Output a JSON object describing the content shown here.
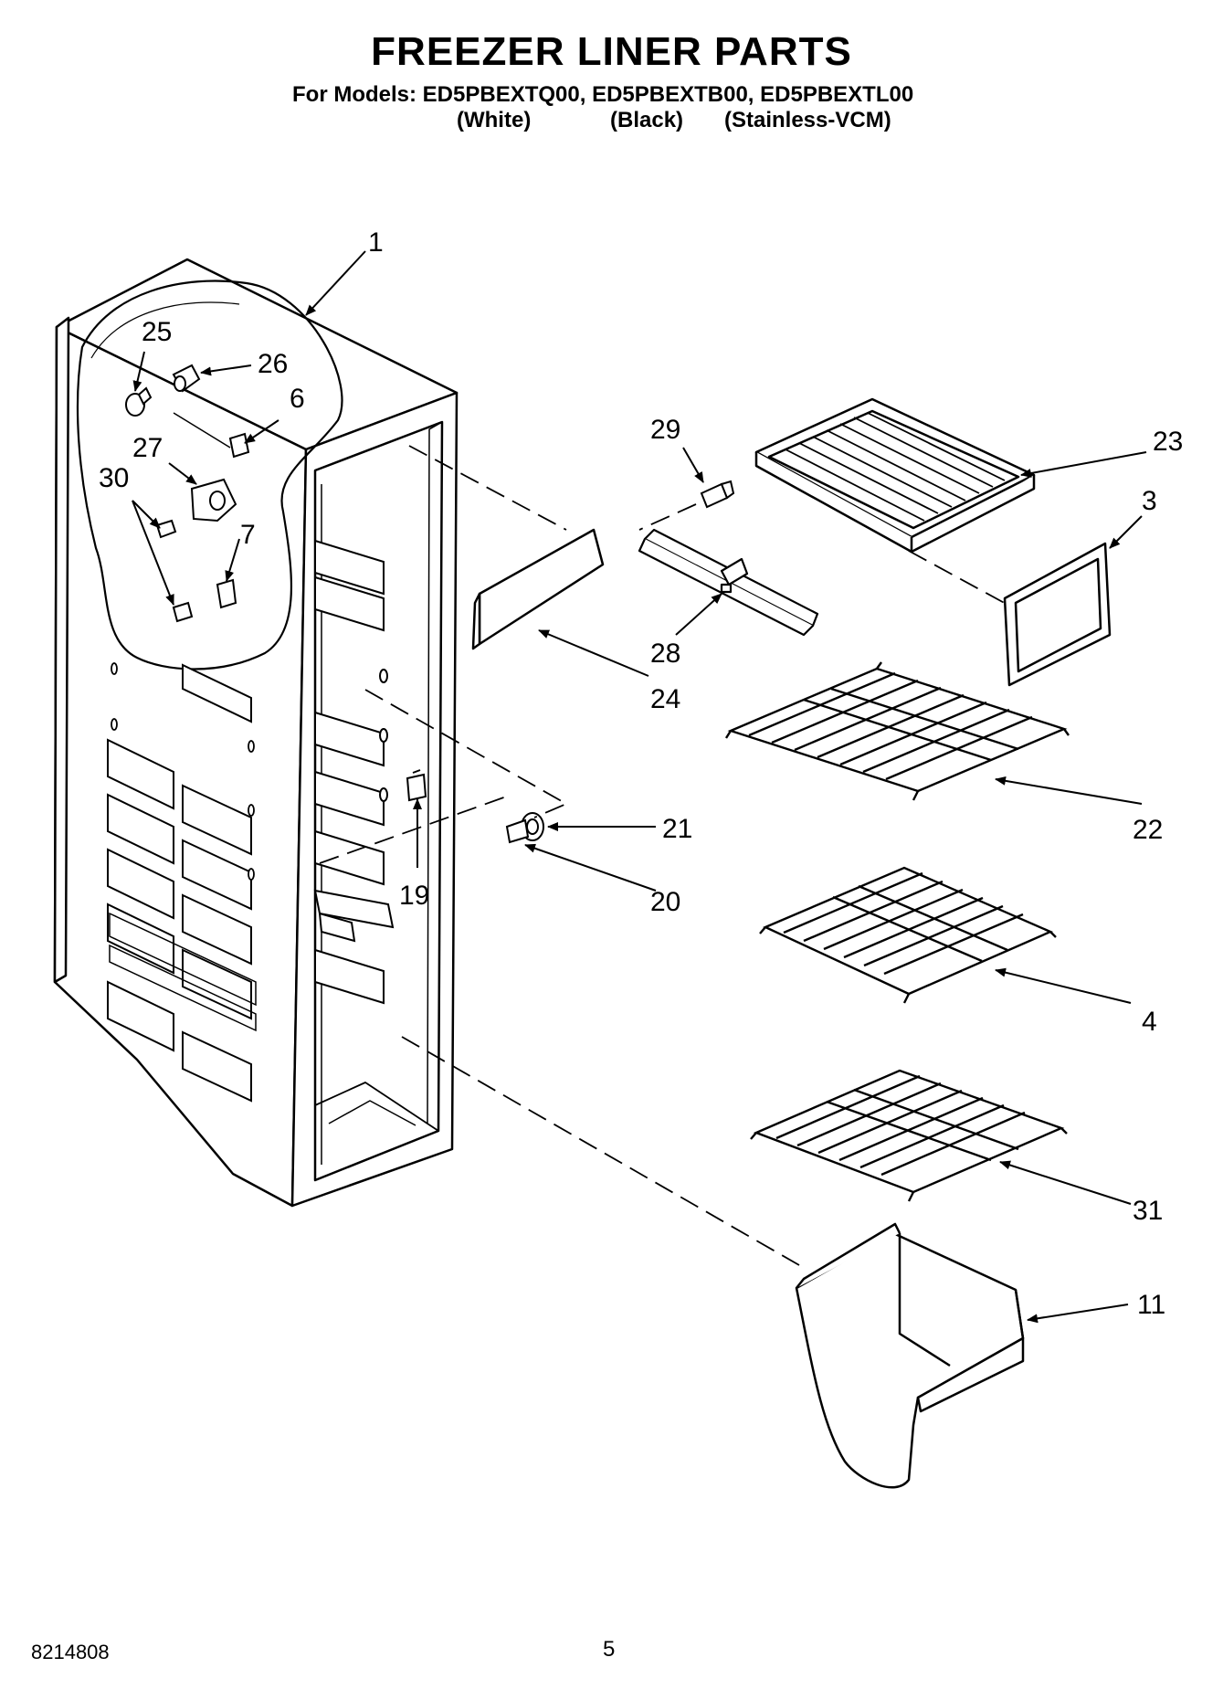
{
  "header": {
    "title": "FREEZER LINER PARTS",
    "models_line": "For Models: ED5PBEXTQ00, ED5PBEXTB00, ED5PBEXTL00",
    "variants": [
      "(White)",
      "(Black)",
      "(Stainless-VCM)"
    ]
  },
  "callouts": {
    "c1": "1",
    "c25": "25",
    "c26": "26",
    "c6": "6",
    "c27": "27",
    "c30": "30",
    "c7": "7",
    "c29": "29",
    "c28": "28",
    "c24": "24",
    "c23": "23",
    "c3": "3",
    "c22": "22",
    "c21": "21",
    "c20": "20",
    "c19": "19",
    "c4": "4",
    "c31": "31",
    "c11": "11"
  },
  "footer": {
    "doc_number": "8214808",
    "page_number": "5"
  }
}
